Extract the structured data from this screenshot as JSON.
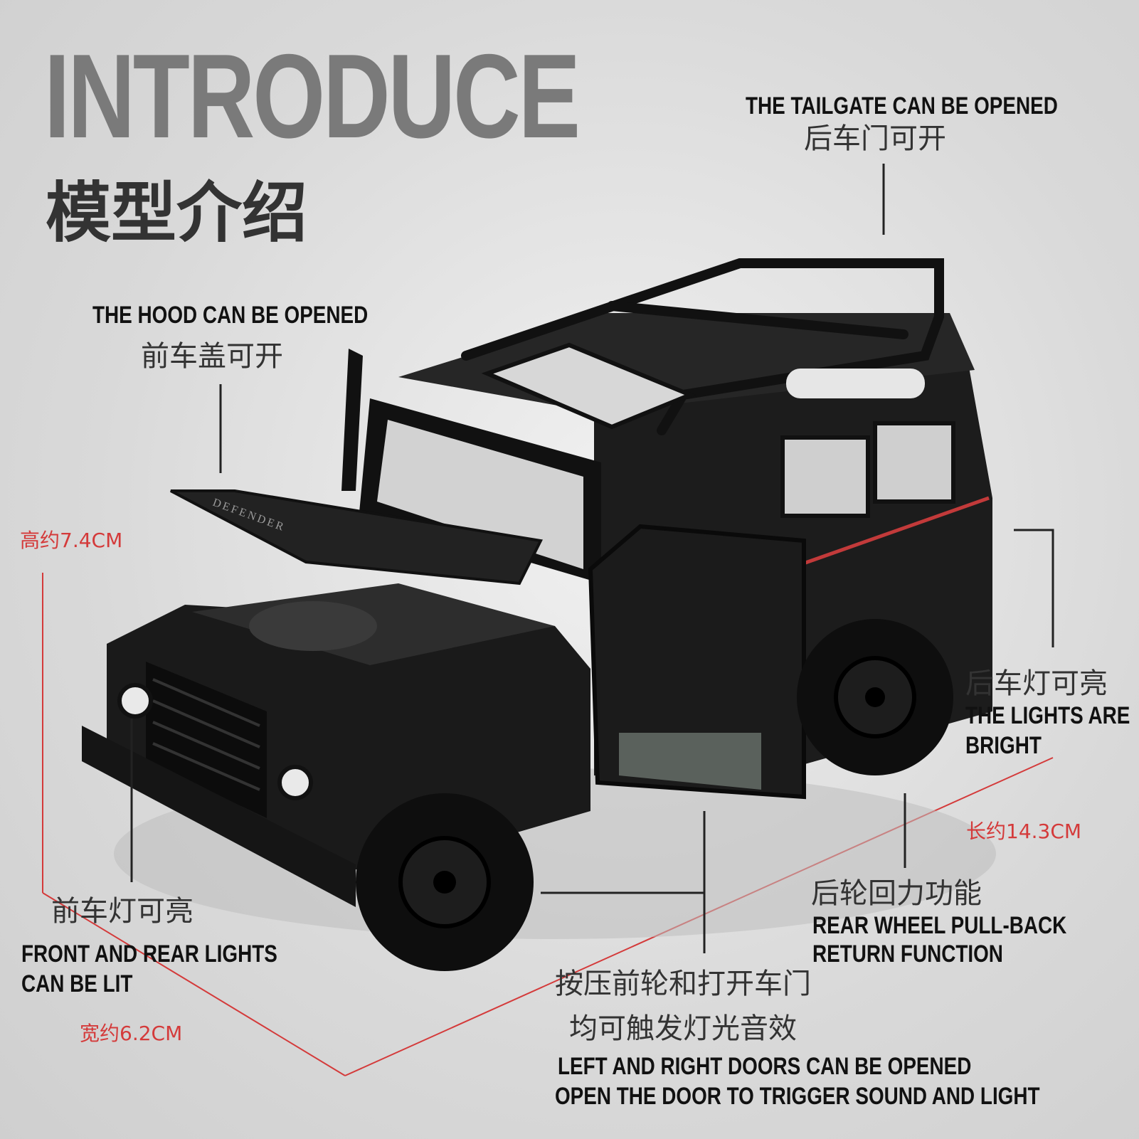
{
  "header": {
    "title": "INTRODUCE",
    "subtitle": "模型介绍"
  },
  "features": {
    "tailgate": {
      "en": "THE TAILGATE CAN BE OPENED",
      "cn": "后车门可开"
    },
    "hood": {
      "en": "THE HOOD CAN BE OPENED",
      "cn": "前车盖可开"
    },
    "rear_lights": {
      "cn": "后车灯可亮",
      "en_line1": "THE LIGHTS ARE",
      "en_line2": "BRIGHT"
    },
    "front_lights": {
      "cn": "前车灯可亮",
      "en_line1": "FRONT AND REAR LIGHTS",
      "en_line2": "CAN BE LIT"
    },
    "pullback": {
      "cn": "后轮回力功能",
      "en_line1": "REAR WHEEL PULL-BACK",
      "en_line2": "RETURN FUNCTION"
    },
    "doors": {
      "cn_line1": "按压前轮和打开车门",
      "cn_line2": "均可触发灯光音效",
      "en_line1": "LEFT AND RIGHT DOORS CAN BE OPENED",
      "en_line2": "OPEN THE DOOR TO TRIGGER SOUND AND LIGHT"
    }
  },
  "dimensions": {
    "height": "高约7.4CM",
    "length": "长约14.3CM",
    "width": "宽约6.2CM"
  },
  "vehicle": {
    "hood_badge": "DEFENDER",
    "body_color": "#1a1a1a",
    "accent_stripe": "#c23a3a"
  },
  "colors": {
    "dimension_line": "#d43a3a",
    "callout_line": "#222222"
  }
}
